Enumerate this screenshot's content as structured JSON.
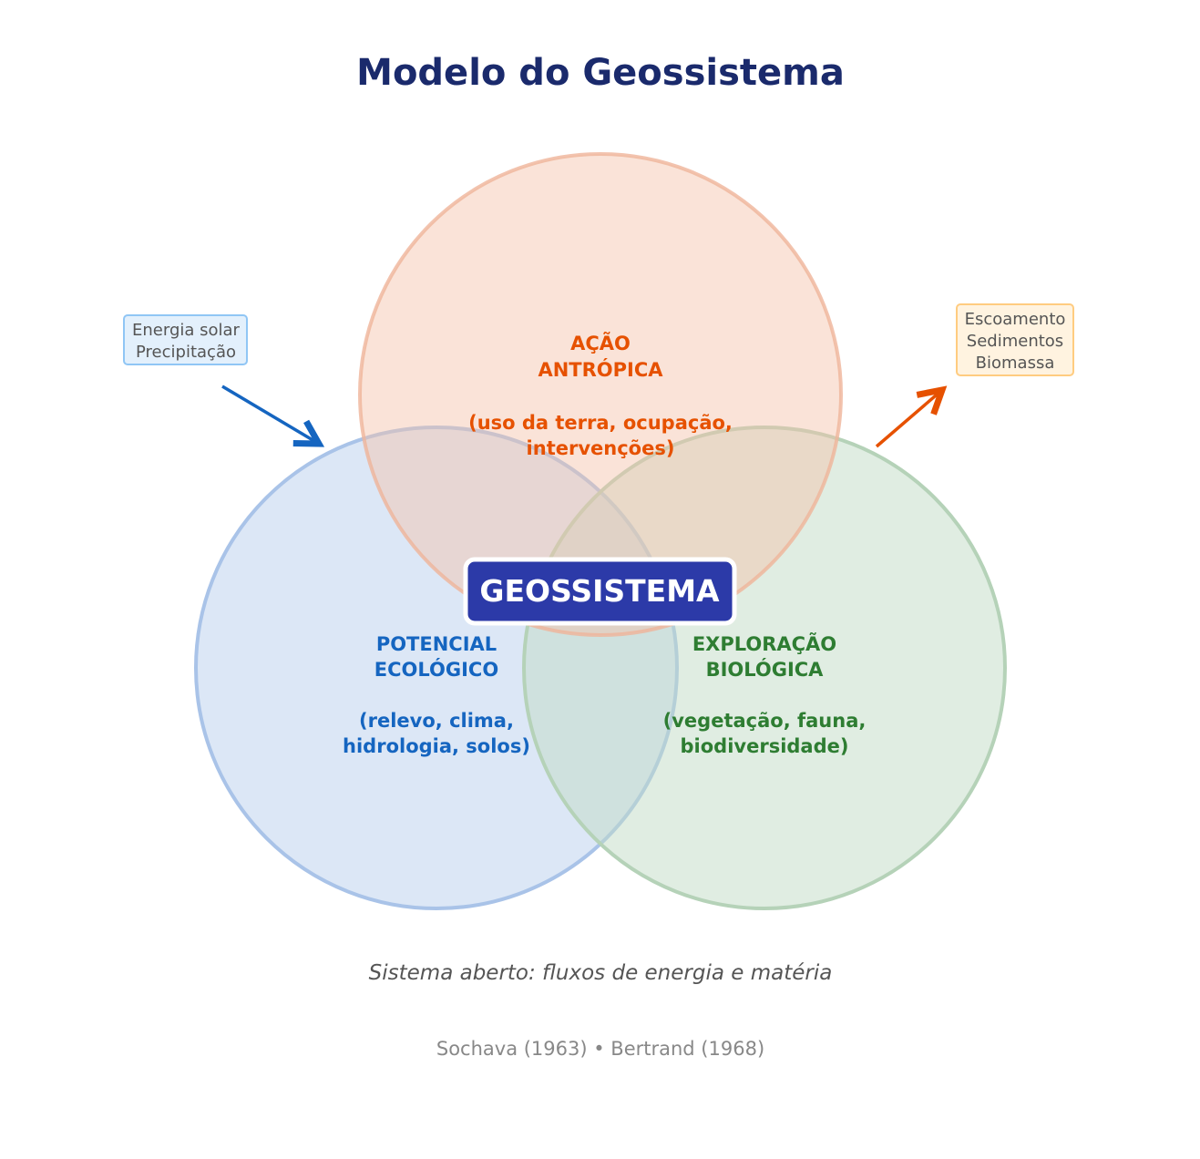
{
  "title": "Modelo do Geossistema",
  "circles": {
    "top": {
      "line1": "AÇÃO",
      "line2": "ANTRÓPICA",
      "line3": "(uso da terra, ocupação,",
      "line4": "intervenções)",
      "color": "#e65100",
      "fill": "#f4c2a8"
    },
    "left": {
      "line1": "POTENCIAL",
      "line2": "ECOLÓGICO",
      "line3": "(relevo, clima,",
      "line4": "hidrologia, solos)",
      "color": "#1565c0",
      "fill": "#b9cfee"
    },
    "right": {
      "line1": "EXPLORAÇÃO",
      "line2": "BIOLÓGICA",
      "line3": "(vegetação, fauna,",
      "line4": "biodiversidade)",
      "color": "#2e7d32",
      "fill": "#c2dbc5"
    }
  },
  "center": {
    "label": "GEOSSISTEMA",
    "color": "#283593"
  },
  "inputs": {
    "line1": "Energia solar",
    "line2": "Precipitação"
  },
  "outputs": {
    "line1": "Escoamento",
    "line2": "Sedimentos",
    "line3": "Biomassa"
  },
  "caption": "Sistema aberto: fluxos de energia e matéria",
  "references": "Sochava (1963) • Bertrand (1968)"
}
